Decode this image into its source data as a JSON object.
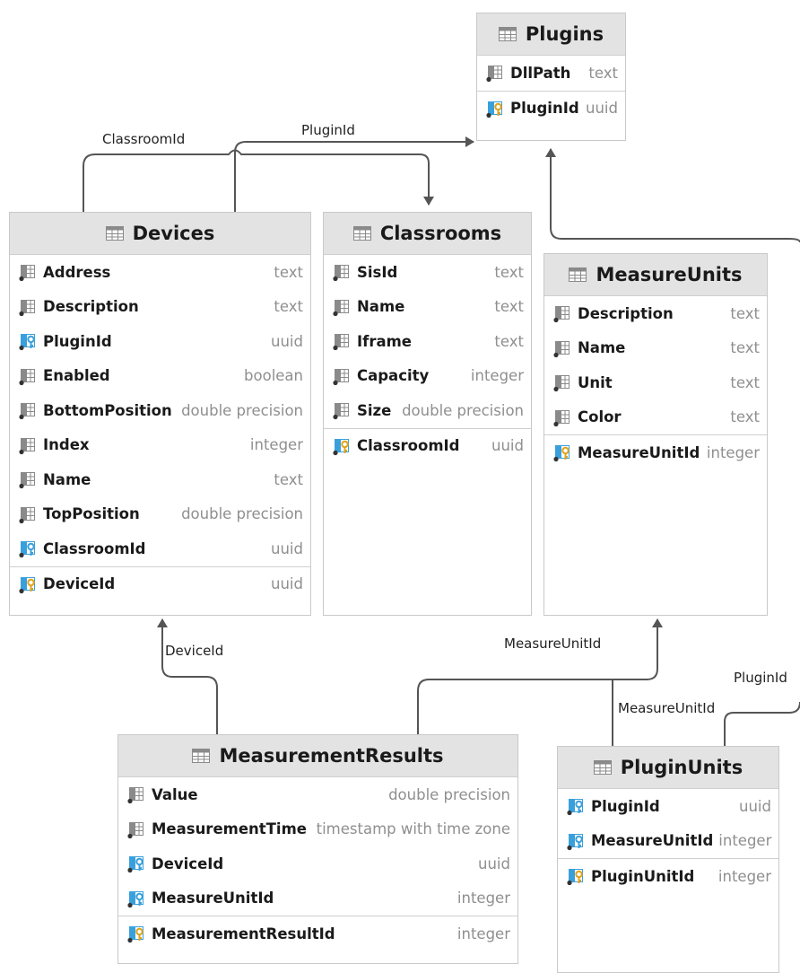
{
  "tables": {
    "plugins": {
      "name": "Plugins",
      "columns": [
        {
          "name": "DllPath",
          "type": "text",
          "icon": "column-icon"
        }
      ],
      "keys": [
        {
          "name": "PluginId",
          "type": "uuid",
          "icon": "primary-key-icon"
        }
      ]
    },
    "devices": {
      "name": "Devices",
      "columns": [
        {
          "name": "Address",
          "type": "text",
          "icon": "column-icon"
        },
        {
          "name": "Description",
          "type": "text",
          "icon": "column-icon"
        },
        {
          "name": "PluginId",
          "type": "uuid",
          "icon": "foreign-key-icon"
        },
        {
          "name": "Enabled",
          "type": "boolean",
          "icon": "column-icon"
        },
        {
          "name": "BottomPosition",
          "type": "double precision",
          "icon": "column-icon"
        },
        {
          "name": "Index",
          "type": "integer",
          "icon": "column-icon"
        },
        {
          "name": "Name",
          "type": "text",
          "icon": "column-icon"
        },
        {
          "name": "TopPosition",
          "type": "double precision",
          "icon": "column-icon"
        },
        {
          "name": "ClassroomId",
          "type": "uuid",
          "icon": "foreign-key-icon"
        }
      ],
      "keys": [
        {
          "name": "DeviceId",
          "type": "uuid",
          "icon": "primary-key-icon"
        }
      ]
    },
    "classrooms": {
      "name": "Classrooms",
      "columns": [
        {
          "name": "SisId",
          "type": "text",
          "icon": "column-icon"
        },
        {
          "name": "Name",
          "type": "text",
          "icon": "column-icon"
        },
        {
          "name": "Iframe",
          "type": "text",
          "icon": "column-icon"
        },
        {
          "name": "Capacity",
          "type": "integer",
          "icon": "column-icon"
        },
        {
          "name": "Size",
          "type": "double precision",
          "icon": "column-icon"
        }
      ],
      "keys": [
        {
          "name": "ClassroomId",
          "type": "uuid",
          "icon": "primary-key-icon"
        }
      ]
    },
    "measure_units": {
      "name": "MeasureUnits",
      "columns": [
        {
          "name": "Description",
          "type": "text",
          "icon": "column-icon"
        },
        {
          "name": "Name",
          "type": "text",
          "icon": "column-icon"
        },
        {
          "name": "Unit",
          "type": "text",
          "icon": "column-icon"
        },
        {
          "name": "Color",
          "type": "text",
          "icon": "column-icon"
        }
      ],
      "keys": [
        {
          "name": "MeasureUnitId",
          "type": "integer",
          "icon": "primary-key-icon"
        }
      ]
    },
    "measurement_results": {
      "name": "MeasurementResults",
      "columns": [
        {
          "name": "Value",
          "type": "double precision",
          "icon": "column-icon"
        },
        {
          "name": "MeasurementTime",
          "type": "timestamp with time zone",
          "icon": "column-icon"
        },
        {
          "name": "DeviceId",
          "type": "uuid",
          "icon": "foreign-key-icon"
        },
        {
          "name": "MeasureUnitId",
          "type": "integer",
          "icon": "foreign-key-icon"
        }
      ],
      "keys": [
        {
          "name": "MeasurementResultId",
          "type": "integer",
          "icon": "primary-key-icon"
        }
      ]
    },
    "plugin_units": {
      "name": "PluginUnits",
      "columns": [
        {
          "name": "PluginId",
          "type": "uuid",
          "icon": "foreign-key-icon"
        },
        {
          "name": "MeasureUnitId",
          "type": "integer",
          "icon": "foreign-key-icon"
        }
      ],
      "keys": [
        {
          "name": "PluginUnitId",
          "type": "integer",
          "icon": "primary-key-icon"
        }
      ]
    }
  },
  "relations": {
    "devices_classroom": "ClassroomId",
    "devices_plugin": "PluginId",
    "results_device": "DeviceId",
    "results_measure_unit": "MeasureUnitId",
    "plugin_units_measure_unit": "MeasureUnitId",
    "plugin_units_plugin": "PluginId"
  },
  "colors": {
    "header_bg": "#e3e3e3",
    "border": "#c9c9c9",
    "type_text": "#8f8f8f",
    "fk_blue": "#3aa0dc",
    "pk_gold": "#e0a31c",
    "line": "#555555"
  }
}
